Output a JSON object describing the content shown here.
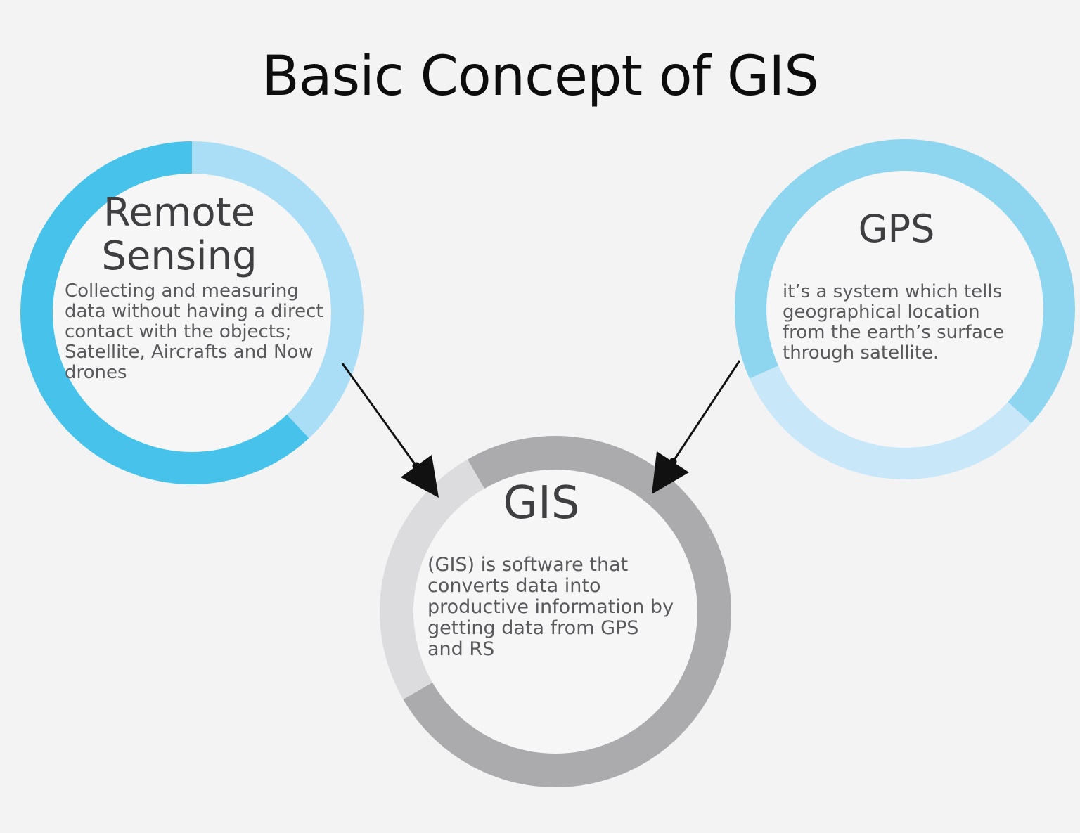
{
  "title": "Basic Concept of GIS",
  "colors": {
    "bg": "#f4f3f4",
    "inner_fill": "#f7f6f7",
    "title_text": "#0d0d0d",
    "heading_text": "#3f3f41",
    "body_text": "#59595b",
    "arrow": "#111111",
    "rs_primary": "#47c2ea",
    "rs_secondary": "#aadef6",
    "gps_primary": "#8ed5f0",
    "gps_secondary": "#c8e8fa",
    "gis_primary": "#ababad",
    "gis_secondary": "#dcdbdd"
  },
  "nodes": {
    "remote_sensing": {
      "heading": "Remote\nSensing",
      "body": "Collecting and measuring\ndata without having a direct\ncontact with the objects;\nSatellite, Aircrafts and Now\ndrones"
    },
    "gps": {
      "heading": "GPS",
      "body": "it’s a system which tells\ngeographical location\nfrom the earth’s surface\nthrough satellite."
    },
    "gis": {
      "heading": "GIS",
      "body": "(GIS) is software that\nconverts data into\nproductive information by\ngetting data from GPS\nand RS"
    }
  },
  "connectors": [
    {
      "name": "remote-sensing-to-gis"
    },
    {
      "name": "gps-to-gis"
    }
  ]
}
